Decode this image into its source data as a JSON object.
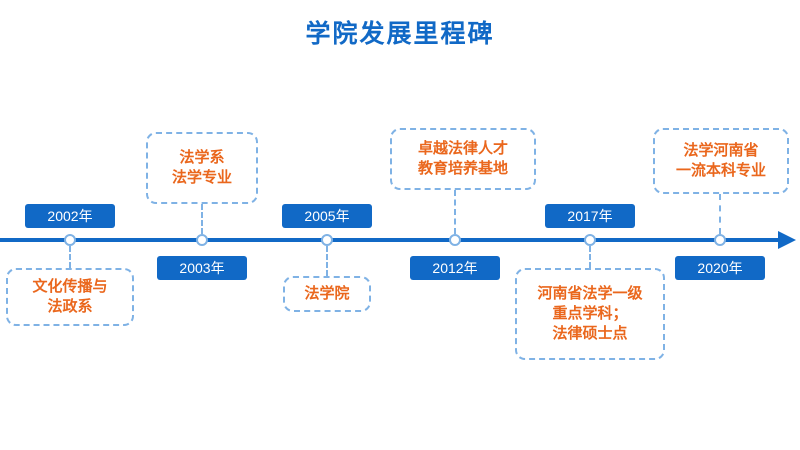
{
  "title": "学院发展里程碑",
  "colors": {
    "accent_blue": "#1169C6",
    "accent_orange": "#EA671D",
    "dashed_light_blue": "#7FB2E5",
    "background": "#FFFFFF"
  },
  "chart_data": {
    "type": "table",
    "title": "学院发展里程碑",
    "categories": [
      "2002年",
      "2003年",
      "2005年",
      "2012年",
      "2017年",
      "2020年"
    ],
    "values": [
      "文化传播与法政系",
      "法学系 法学专业",
      "法学院",
      "卓越法律人才教育培养基地",
      "河南省法学一级重点学科；法律硕士点",
      "法学河南省一流本科专业"
    ]
  },
  "events": [
    {
      "year": "2002年",
      "desc": "文化传播与\n法政系",
      "year_side": "above"
    },
    {
      "year": "2003年",
      "desc": "法学系\n法学专业",
      "year_side": "below"
    },
    {
      "year": "2005年",
      "desc": "法学院",
      "year_side": "above"
    },
    {
      "year": "2012年",
      "desc": "卓越法律人才\n教育培养基地",
      "year_side": "below"
    },
    {
      "year": "2017年",
      "desc": "河南省法学一级\n重点学科；\n法律硕士点",
      "year_side": "above"
    },
    {
      "year": "2020年",
      "desc": "法学河南省\n一流本科专业",
      "year_side": "below"
    }
  ]
}
